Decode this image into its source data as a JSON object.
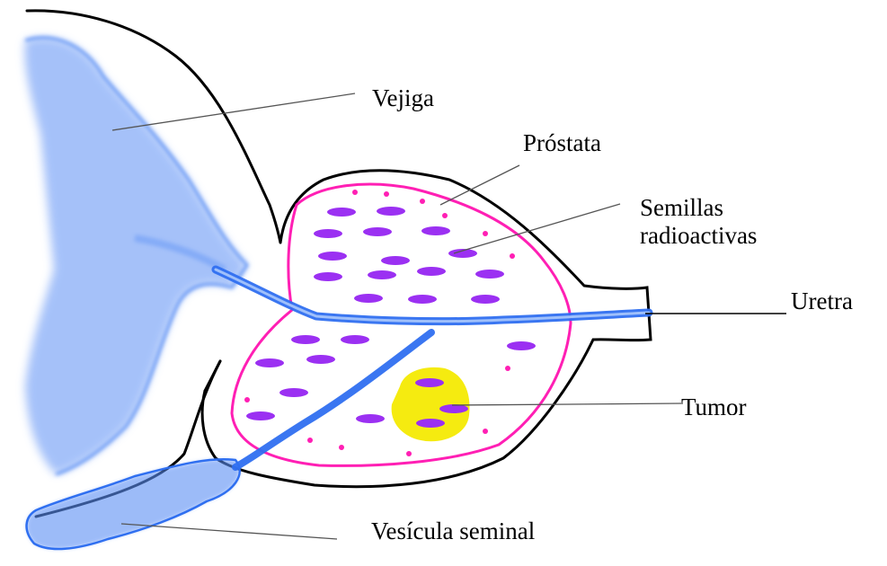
{
  "labels": {
    "bladder": "Vejiga",
    "prostate": "Próstata",
    "seeds": "Semillas radioactivas",
    "seeds_line1": "Semillas",
    "seeds_line2": "radioactivas",
    "urethra": "Uretra",
    "tumor": "Tumor",
    "seminal_vesicle": "Vesícula seminal"
  },
  "colors": {
    "outline": "#000000",
    "prostate_border": "#ff1fb4",
    "urethra": "#2f6ff0",
    "bladder_wash": "#5b8ff5",
    "seed": "#9b30f2",
    "tumor": "#f5eb10"
  }
}
